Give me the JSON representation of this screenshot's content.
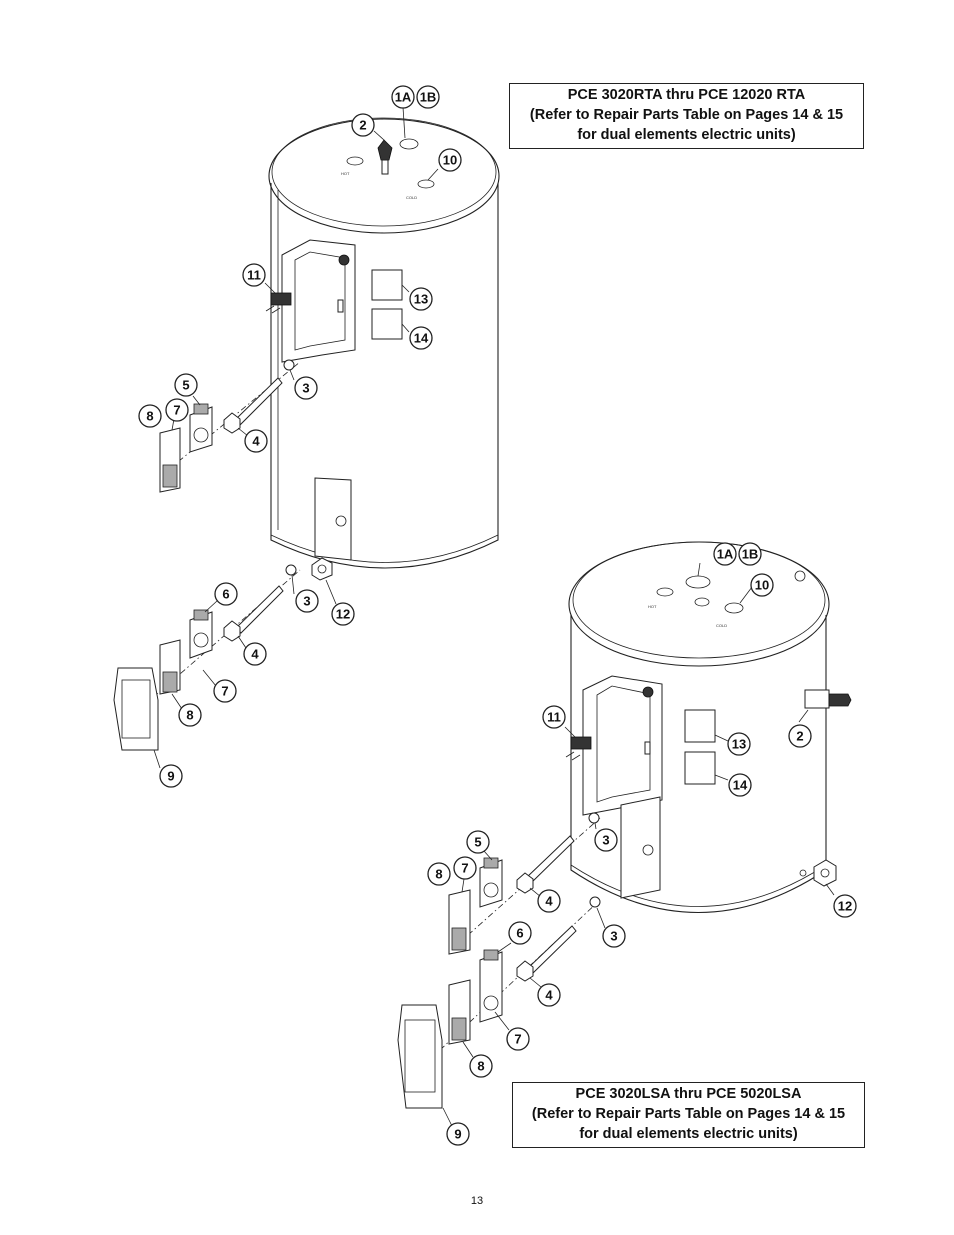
{
  "top_unit": {
    "title_lines": [
      "PCE 3020RTA thru PCE 12020 RTA",
      "(Refer to Repair Parts Table on Pages 14 & 15",
      "for dual elements electric units)"
    ],
    "port_labels": {
      "hot": "HOT",
      "cold": "COLD"
    },
    "callouts": {
      "c1a": "1A",
      "c1b": "1B",
      "c2": "2",
      "c10": "10",
      "c11": "11",
      "c13": "13",
      "c14": "14",
      "c3a": "3",
      "c5": "5",
      "c7a": "7",
      "c8a": "8",
      "c4a": "4",
      "c3b": "3",
      "c12": "12",
      "c6": "6",
      "c4b": "4",
      "c7b": "7",
      "c8b": "8",
      "c9": "9"
    }
  },
  "bottom_unit": {
    "title_lines": [
      "PCE 3020LSA thru PCE 5020LSA",
      "(Refer to Repair Parts Table on Pages 14 & 15",
      "for dual elements electric units)"
    ],
    "port_labels": {
      "hot": "HOT",
      "cold": "COLD"
    },
    "callouts": {
      "c1a": "1A",
      "c1b": "1B",
      "c10": "10",
      "c11": "11",
      "c13": "13",
      "c2": "2",
      "c14": "14",
      "c3a": "3",
      "c5": "5",
      "c7a": "7",
      "c8a": "8",
      "c4a": "4",
      "c12": "12",
      "c3b": "3",
      "c6": "6",
      "c4b": "4",
      "c7b": "7",
      "c8b": "8",
      "c9": "9"
    }
  },
  "page_number": "13"
}
